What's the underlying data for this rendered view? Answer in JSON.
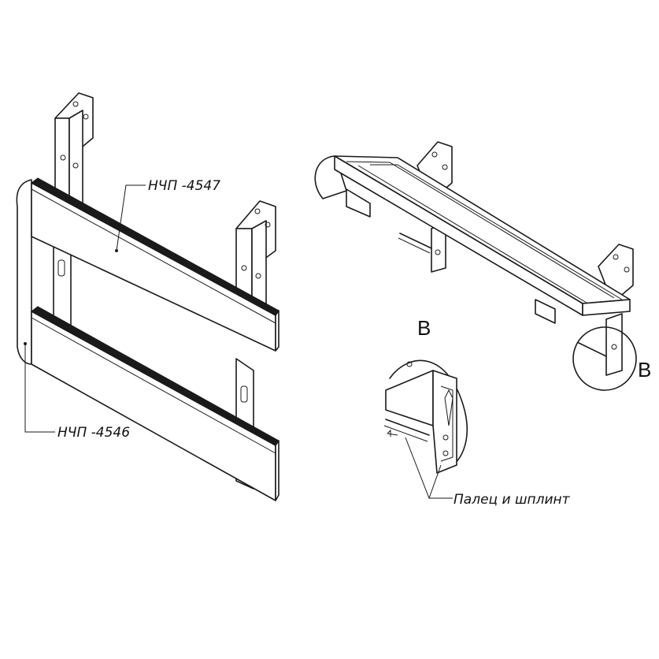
{
  "labels": {
    "part_upper": "НЧП -4547",
    "part_lower": "НЧП -4546",
    "detail_callout": "B",
    "detail_title": "B",
    "pin_label": "Палец и шплинт"
  }
}
